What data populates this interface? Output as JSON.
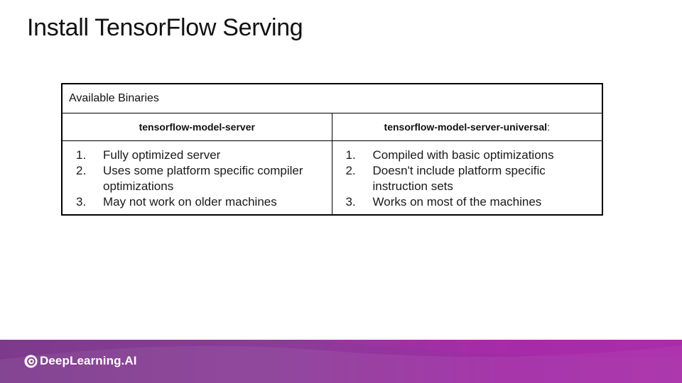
{
  "title": "Install TensorFlow Serving",
  "table": {
    "caption": "Available Binaries",
    "columns": [
      {
        "header": "tensorflow-model-server",
        "items": [
          {
            "num": "1.",
            "text": "Fully optimized server"
          },
          {
            "num": "2.",
            "text": "Uses some platform specific compiler optimizations"
          },
          {
            "num": "3.",
            "text": "May not work on older machines"
          }
        ]
      },
      {
        "header": "tensorflow-model-server-universal",
        "header_suffix": ":",
        "items": [
          {
            "num": "1.",
            "text": "Compiled with basic optimizations"
          },
          {
            "num": "2.",
            "text": "Doesn't include platform specific instruction sets"
          },
          {
            "num": "3.",
            "text": "Works on most of the machines"
          }
        ]
      }
    ]
  },
  "footer": {
    "brand": "DeepLearning.AI",
    "brand_icon": "deeplearning-ai-logo-icon",
    "colors": {
      "start": "#7d3a8c",
      "end": "#a82ca8"
    }
  }
}
